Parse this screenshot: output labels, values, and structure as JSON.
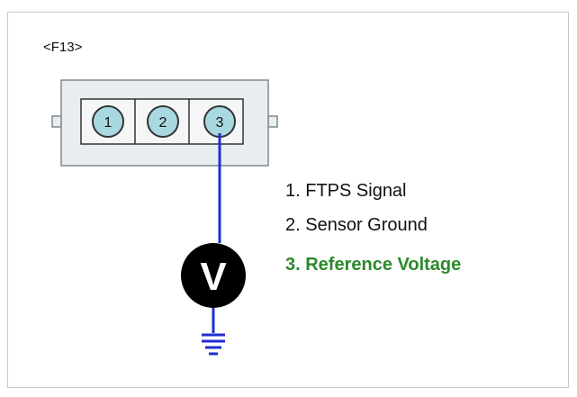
{
  "connector": {
    "id_label": "<F13>",
    "pins": [
      "1",
      "2",
      "3"
    ]
  },
  "meter": {
    "symbol": "V"
  },
  "legend": [
    {
      "text": "1. FTPS Signal",
      "highlight": false
    },
    {
      "text": "2. Sensor Ground",
      "highlight": false
    },
    {
      "text": "3. Reference Voltage",
      "highlight": true
    }
  ],
  "colors": {
    "connector_fill": "#e8eef0",
    "connector_stroke": "#7d8a90",
    "pin_fill": "#a9d9e0",
    "pin_stroke": "#333333",
    "wire": "#1f2fd0",
    "meter_fill": "#000000",
    "meter_text": "#ffffff",
    "legend_text": "#111111",
    "legend_highlight": "#2b8a2b"
  }
}
